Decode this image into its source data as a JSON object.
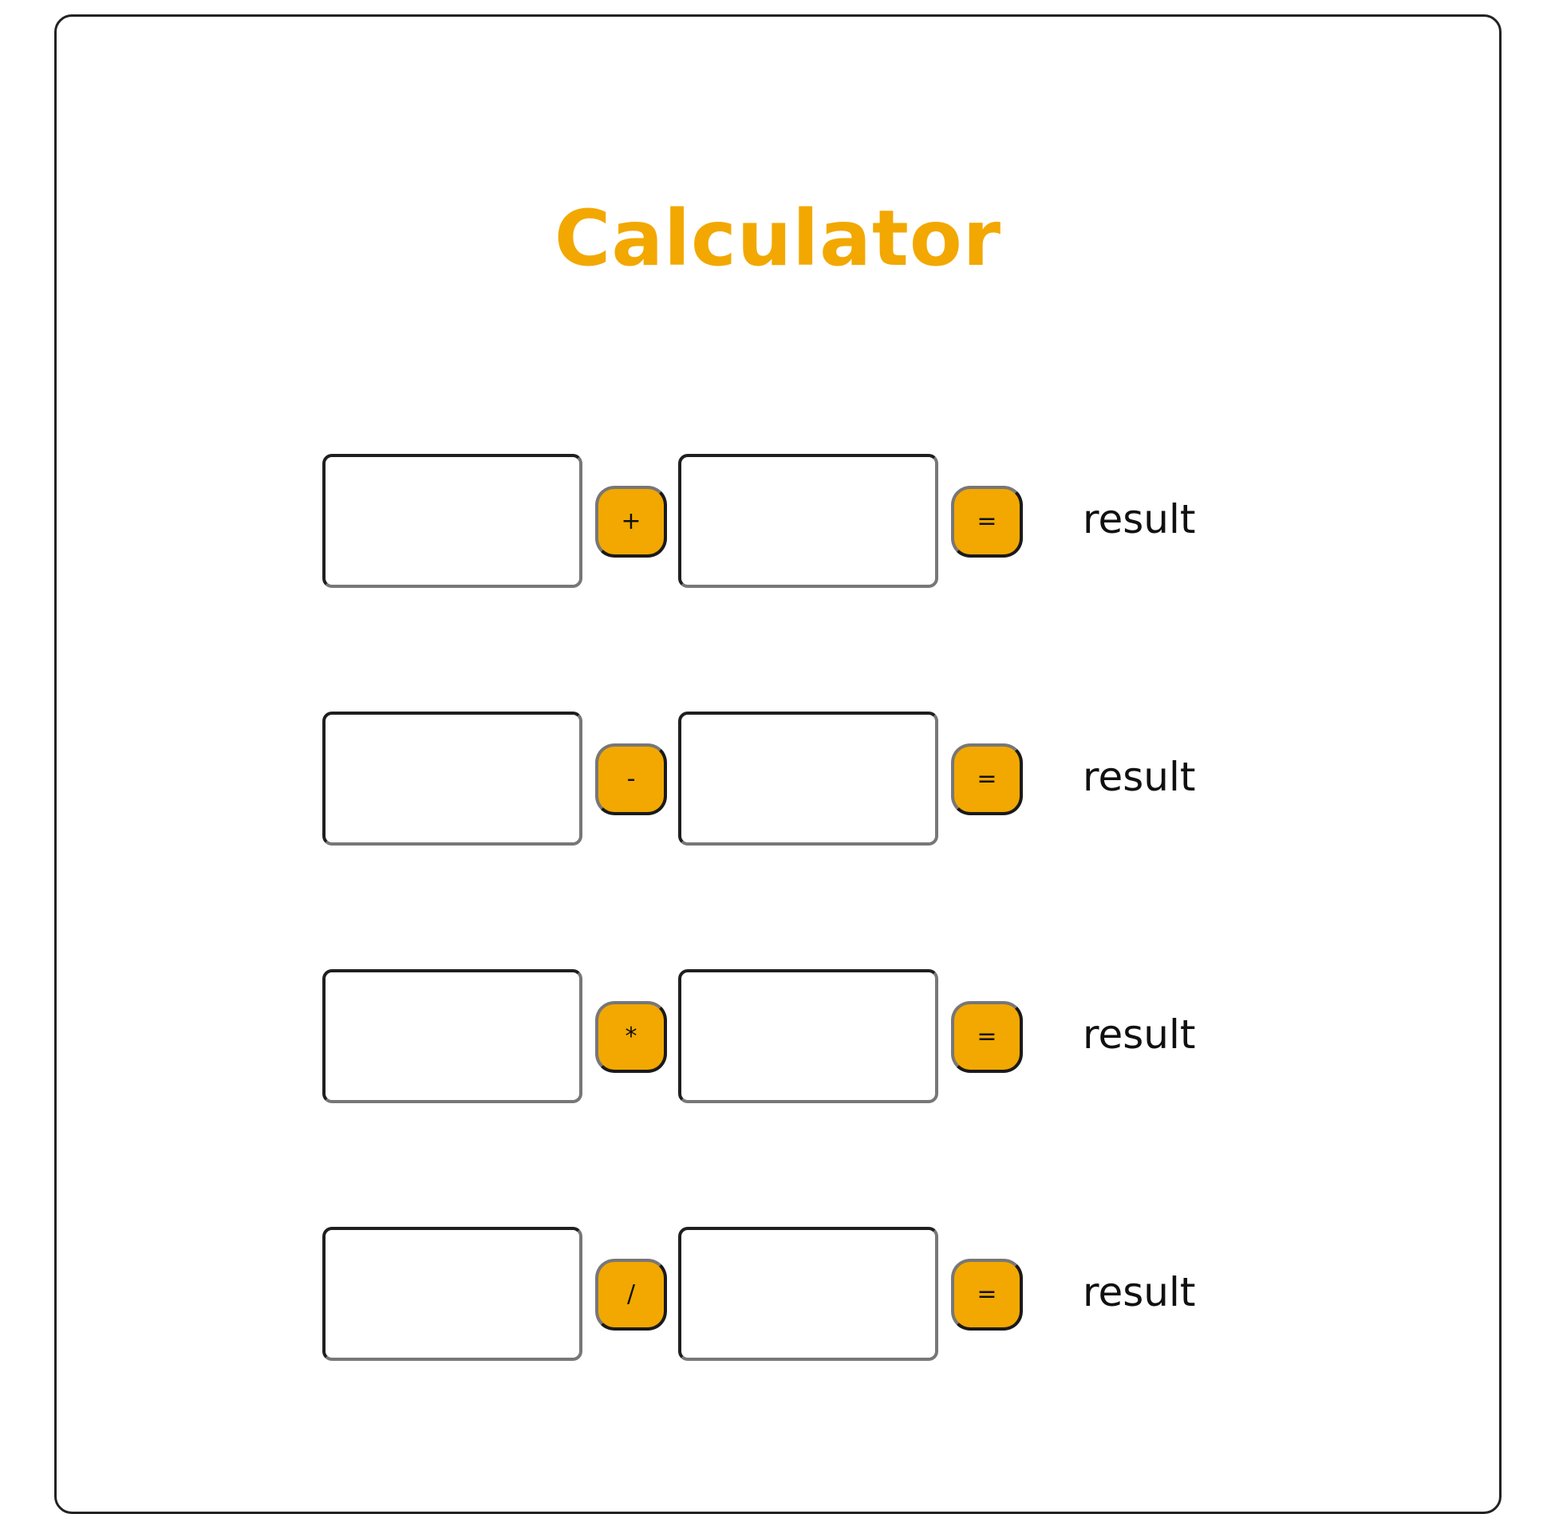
{
  "app": {
    "title": "Calculator"
  },
  "rows": [
    {
      "operator": "+",
      "equals": "=",
      "result": "result",
      "operand_a": "",
      "operand_b": ""
    },
    {
      "operator": "-",
      "equals": "=",
      "result": "result",
      "operand_a": "",
      "operand_b": ""
    },
    {
      "operator": "*",
      "equals": "=",
      "result": "result",
      "operand_a": "",
      "operand_b": ""
    },
    {
      "operator": "/",
      "equals": "=",
      "result": "result",
      "operand_a": "",
      "operand_b": ""
    }
  ],
  "colors": {
    "accent": "#f2a800",
    "text": "#111111",
    "border": "#222222",
    "background": "#ffffff"
  }
}
